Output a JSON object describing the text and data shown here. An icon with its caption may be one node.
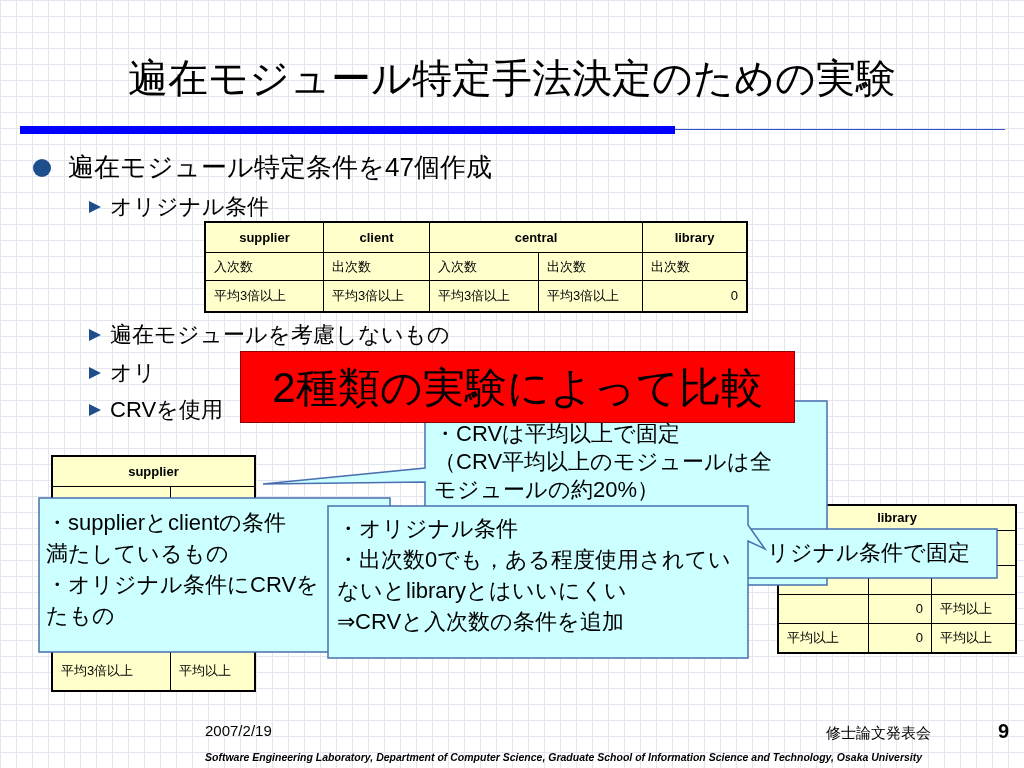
{
  "diagram": {
    "title": "遍在モジュール特定手法決定のための実験",
    "nodes": [
      {
        "text": [
          "2種類の実験によって比較"
        ]
      },
      {
        "text": [
          "・CRVは平均以上で固定",
          "（CRV平均以上のモジュールは全モジュールの約20%）"
        ]
      },
      {
        "text": [
          "・supplierとclientの条件",
          "満たしているもの",
          "・オリジナル条件にCRVを",
          "たもの"
        ]
      },
      {
        "text": [
          "・オリジナル条件",
          "・出次数0でも，ある程度使用されていないとlibraryとはいいにくい",
          "⇒CRVと入次数の条件を追加"
        ]
      },
      {
        "text": [
          "リジナル条件で固定"
        ]
      }
    ],
    "labels": [
      "遍在モジュール特定条件を47個作成",
      "オリジナル条件",
      "supplier",
      "client",
      "central",
      "library",
      "入次数",
      "出次数",
      "入次数",
      "出次数",
      "出次数",
      "平均3倍以上",
      "平均3倍以上",
      "平均3倍以上",
      "平均3倍以上",
      "0",
      "遍在モジュールを考慮しないもの",
      "オリ",
      "CRVを使用",
      "supplier",
      "平均3倍以上",
      "平均以上",
      "library",
      "0",
      "平均以上",
      "平均以上",
      "0",
      "平均以上",
      "2007/2/19",
      "修士論文発表会",
      "9",
      "Software Engineering Laboratory, Department of Computer Science, Graduate School of Information Science and Technology, Osaka University"
    ]
  }
}
